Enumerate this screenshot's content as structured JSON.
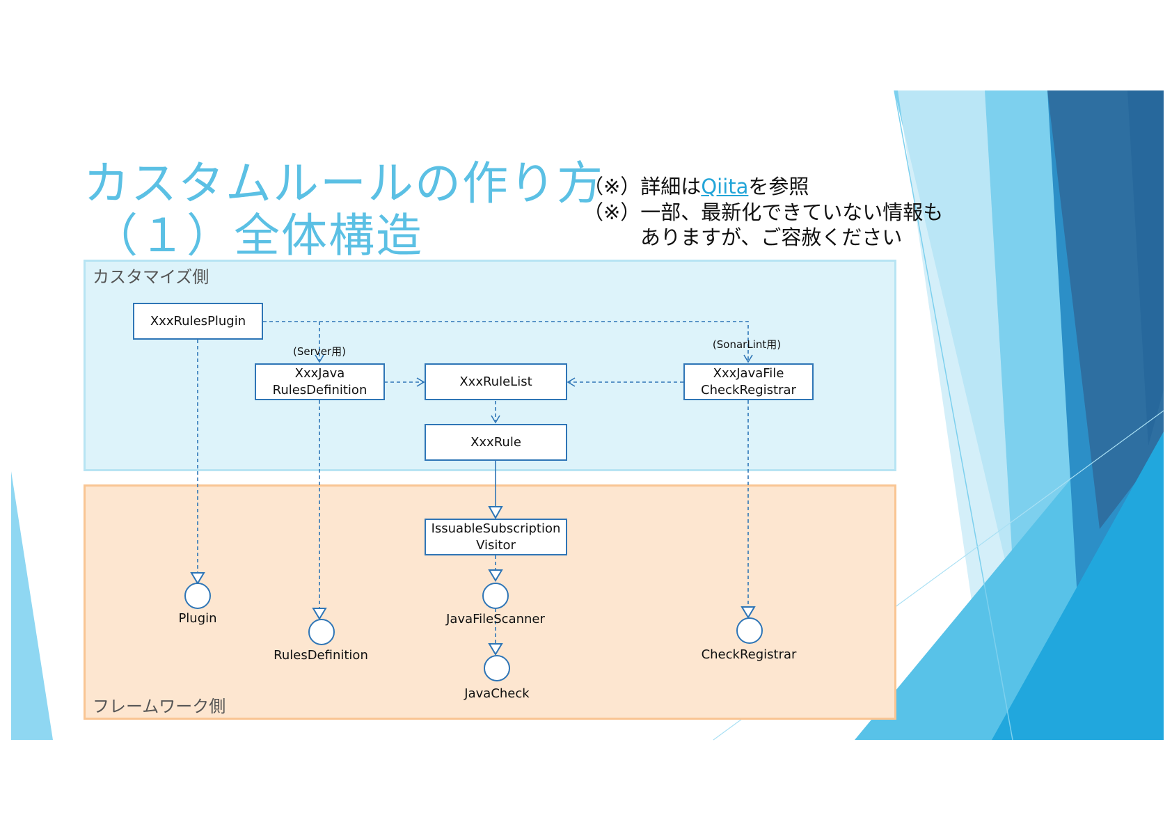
{
  "slide": {
    "title_line1": "カスタムルールの作り方",
    "title_line2": "（１）全体構造",
    "note1_prefix": "（※）詳細は",
    "note1_link": "Qiita",
    "note1_suffix": "を参照",
    "note2_line1": "（※）一部、最新化できていない情報も",
    "note2_line2": "ありますが、ご容赦ください"
  },
  "regions": {
    "custom_label": "カスタマイズ側",
    "framework_label": "フレームワーク側"
  },
  "classes": {
    "plugin": "XxxRulesPlugin",
    "rules_definition": "XxxJava\nRulesDefinition",
    "rule_list": "XxxRuleList",
    "checkregistrar": "XxxJavaFile\nCheckRegistrar",
    "rule": "XxxRule",
    "visitor": "IssuableSubscription\nVisitor"
  },
  "annotations": {
    "server": "(Server用)",
    "sonarlint": "(SonarLint用)"
  },
  "interfaces": {
    "plugin": "Plugin",
    "rules_definition": "RulesDefinition",
    "java_file_scanner": "JavaFileScanner",
    "java_check": "JavaCheck",
    "check_registrar": "CheckRegistrar"
  },
  "colors": {
    "title": "#5bc0e4",
    "custom_region_fill": "#ddf3fa",
    "custom_region_border": "#b7e4f3",
    "framework_region_fill": "#fde6d0",
    "framework_region_border": "#f9c593",
    "connector": "#2e75b6",
    "link": "#23a5d8"
  }
}
